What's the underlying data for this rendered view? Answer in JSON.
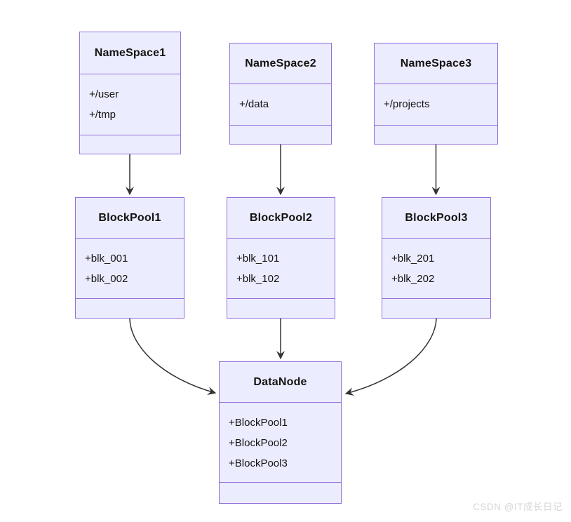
{
  "diagram_type": "class-diagram",
  "colors": {
    "node_fill": "#ECECFF",
    "node_border": "#9370DB",
    "arrow": "#333333",
    "watermark_text_color": "#d6d6d6",
    "background": "#ffffff"
  },
  "nodes": {
    "namespace1": {
      "title": "NameSpace1",
      "attributes": [
        "+/user",
        "+/tmp"
      ]
    },
    "namespace2": {
      "title": "NameSpace2",
      "attributes": [
        "+/data"
      ]
    },
    "namespace3": {
      "title": "NameSpace3",
      "attributes": [
        "+/projects"
      ]
    },
    "blockpool1": {
      "title": "BlockPool1",
      "attributes": [
        "+blk_001",
        "+blk_002"
      ]
    },
    "blockpool2": {
      "title": "BlockPool2",
      "attributes": [
        "+blk_101",
        "+blk_102"
      ]
    },
    "blockpool3": {
      "title": "BlockPool3",
      "attributes": [
        "+blk_201",
        "+blk_202"
      ]
    },
    "datanode": {
      "title": "DataNode",
      "attributes": [
        "+BlockPool1",
        "+BlockPool2",
        "+BlockPool3"
      ]
    }
  },
  "edges": [
    {
      "from": "NameSpace1",
      "to": "BlockPool1"
    },
    {
      "from": "NameSpace2",
      "to": "BlockPool2"
    },
    {
      "from": "NameSpace3",
      "to": "BlockPool3"
    },
    {
      "from": "BlockPool1",
      "to": "DataNode"
    },
    {
      "from": "BlockPool2",
      "to": "DataNode"
    },
    {
      "from": "BlockPool3",
      "to": "DataNode"
    }
  ],
  "watermark": "CSDN @IT成长日记"
}
